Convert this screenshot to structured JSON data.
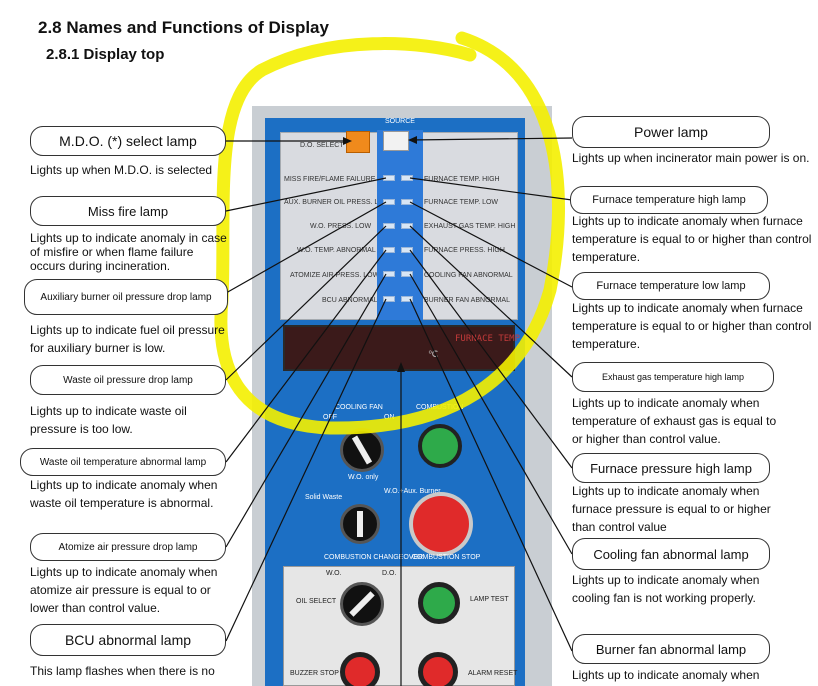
{
  "doc": {
    "section_title": "2.8 Names and Functions of Display",
    "subsection_title": "2.8.1   Display top"
  },
  "left": [
    {
      "name": "M.D.O. (*) select lamp",
      "desc": "Lights up when M.D.O. is selected"
    },
    {
      "name": "Miss fire lamp",
      "desc": "Lights up to indicate anomaly in case of misfire or when flame failure occurs during incineration."
    },
    {
      "name": "Auxiliary burner oil pressure drop lamp",
      "desc": "Lights up to indicate fuel oil pressure for auxiliary burner is low."
    },
    {
      "name": "Waste oil pressure drop lamp",
      "desc": "Lights up to indicate waste oil pressure is too low."
    },
    {
      "name": "Waste oil temperature abnormal lamp",
      "desc": "Lights up to indicate anomaly when waste oil temperature is abnormal."
    },
    {
      "name": "Atomize air pressure drop lamp",
      "desc": "Lights up to indicate anomaly when atomize air pressure is equal to or lower than control value."
    },
    {
      "name": "BCU abnormal lamp",
      "desc": "This lamp flashes when there is no"
    }
  ],
  "right": [
    {
      "name": "Power lamp",
      "desc": "Lights up when incinerator main power is on."
    },
    {
      "name": "Furnace temperature high lamp",
      "desc": "Lights up to indicate anomaly when furnace temperature is equal to or higher than control temperature."
    },
    {
      "name": "Furnace temperature low lamp",
      "desc": "Lights up to indicate anomaly when furnace temperature is equal to or higher than control temperature."
    },
    {
      "name": "Exhaust gas temperature high lamp",
      "desc": "Lights up to indicate anomaly when temperature of exhaust gas is equal to or higher than control value."
    },
    {
      "name": "Furnace pressure high lamp",
      "desc": "Lights up to indicate anomaly when furnace pressure is equal to or higher than control value"
    },
    {
      "name": "Cooling fan abnormal lamp",
      "desc": "Lights up to indicate anomaly when cooling fan is not working properly."
    },
    {
      "name": "Burner fan abnormal lamp",
      "desc": "Lights up to indicate anomaly when"
    }
  ],
  "panel": {
    "source": "SOURCE",
    "left_labels": [
      "D.O. SELECT",
      "MISS FIRE/FLAME FAILURE",
      "AUX. BURNER OIL PRESS. LOW",
      "W.O. PRESS. LOW",
      "W.O. TEMP. ABNORMAL",
      "ATOMIZE AIR PRESS. LOW",
      "BCU ABNORMAL"
    ],
    "right_labels": [
      "FURNACE TEMP. HIGH",
      "FURNACE TEMP. LOW",
      "EXHAUST GAS TEMP. HIGH",
      "FURNACE PRESS. HIGH",
      "COOLING FAN ABNORMAL",
      "BURNER FAN ABNORMAL"
    ],
    "display_label": "FURNACE TEMP",
    "unit": "℃",
    "cooling_fan": "COOLING FAN",
    "off": "OFF",
    "on": "ON",
    "combustion": "COMBUSTION",
    "wo_only": "W.O. only",
    "solid_waste": "Solid Waste",
    "wo_aux": "W.O.+Aux. Burner",
    "changeover": "COMBUSTION CHANGEOVER",
    "stop": "COMBUSTION STOP",
    "wo": "W.O.",
    "do": "D.O.",
    "oil_select": "OIL SELECT",
    "lamp_test": "LAMP TEST",
    "buzzer_stop": "BUZZER STOP",
    "alarm_reset": "ALARM RESET"
  },
  "colors": {
    "highlight": "#f4f000",
    "panel_blue": "#1c6fc4",
    "lamp_amber": "#f08a1c",
    "button_green": "#2eaa4a",
    "button_red": "#e02a2a"
  }
}
